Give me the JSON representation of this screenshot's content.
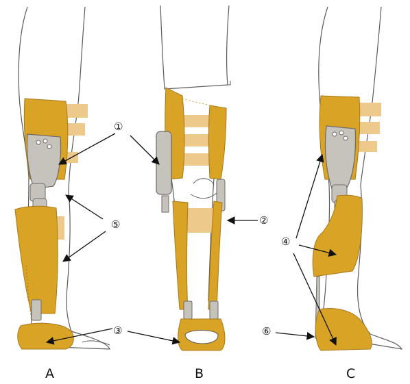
{
  "figure": {
    "views": [
      {
        "id": "A",
        "label": "A"
      },
      {
        "id": "B",
        "label": "B"
      },
      {
        "id": "C",
        "label": "C"
      }
    ],
    "callouts": [
      {
        "id": "1",
        "label": "①"
      },
      {
        "id": "2",
        "label": "②"
      },
      {
        "id": "3",
        "label": "③"
      },
      {
        "id": "4",
        "label": "④"
      },
      {
        "id": "5",
        "label": "⑤"
      },
      {
        "id": "6",
        "label": "⑥"
      }
    ],
    "colors": {
      "brace": "#d9a326",
      "brace_edge": "#a8781a",
      "strap": "#eec98c",
      "joint": "#c6c2bc",
      "joint_edge": "#6e6a66",
      "skin_line": "#5a5a5a",
      "arrow": "#111111"
    }
  }
}
